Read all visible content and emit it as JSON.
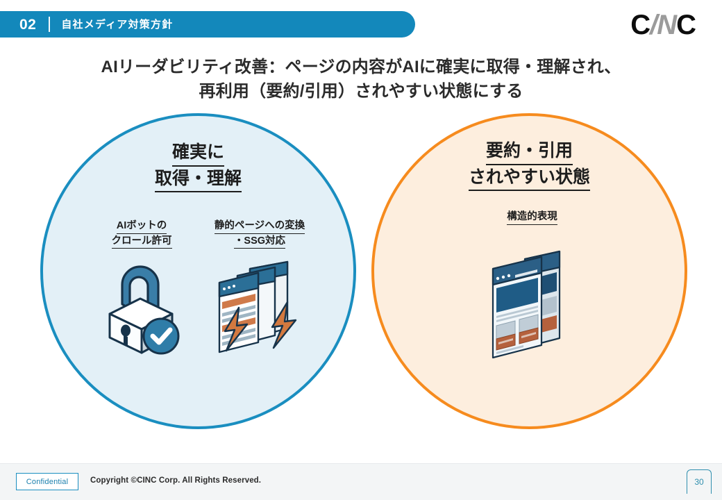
{
  "header": {
    "section_number": "02",
    "section_title": "自社メディア対策方針",
    "logo_part1": "C",
    "logo_part2": "/N",
    "logo_part3": "C",
    "banner_color": "#1388bb"
  },
  "title": {
    "line1": "AIリーダビリティ改善：ページの内容がAIに確実に取得・理解され、",
    "line2": "再利用（要約/引用）されやすい状態にする"
  },
  "circles": [
    {
      "id": "left",
      "heading_line1": "確実に",
      "heading_line2": "取得・理解",
      "fill_color": "#e3f0f7",
      "border_color": "#1a8ec0",
      "items": [
        {
          "label_line1": "AIボットの",
          "label_line2": "クロール許可",
          "icon": "padlock-check-icon"
        },
        {
          "label_line1": "静的ページへの変換",
          "label_line2": "・SSG対応",
          "icon": "stacked-pages-lightning-icon"
        }
      ]
    },
    {
      "id": "right",
      "heading_line1": "要約・引用",
      "heading_line2": "されやすい状態",
      "fill_color": "#fdeede",
      "border_color": "#f68b1e",
      "items": [
        {
          "label_line1": "構造的表現",
          "label_line2": "",
          "icon": "structured-pages-icon"
        }
      ]
    }
  ],
  "footer": {
    "confidential_label": "Confidential",
    "copyright": "Copyright ©CINC Corp. All Rights Reserved.",
    "page_number": "30"
  }
}
